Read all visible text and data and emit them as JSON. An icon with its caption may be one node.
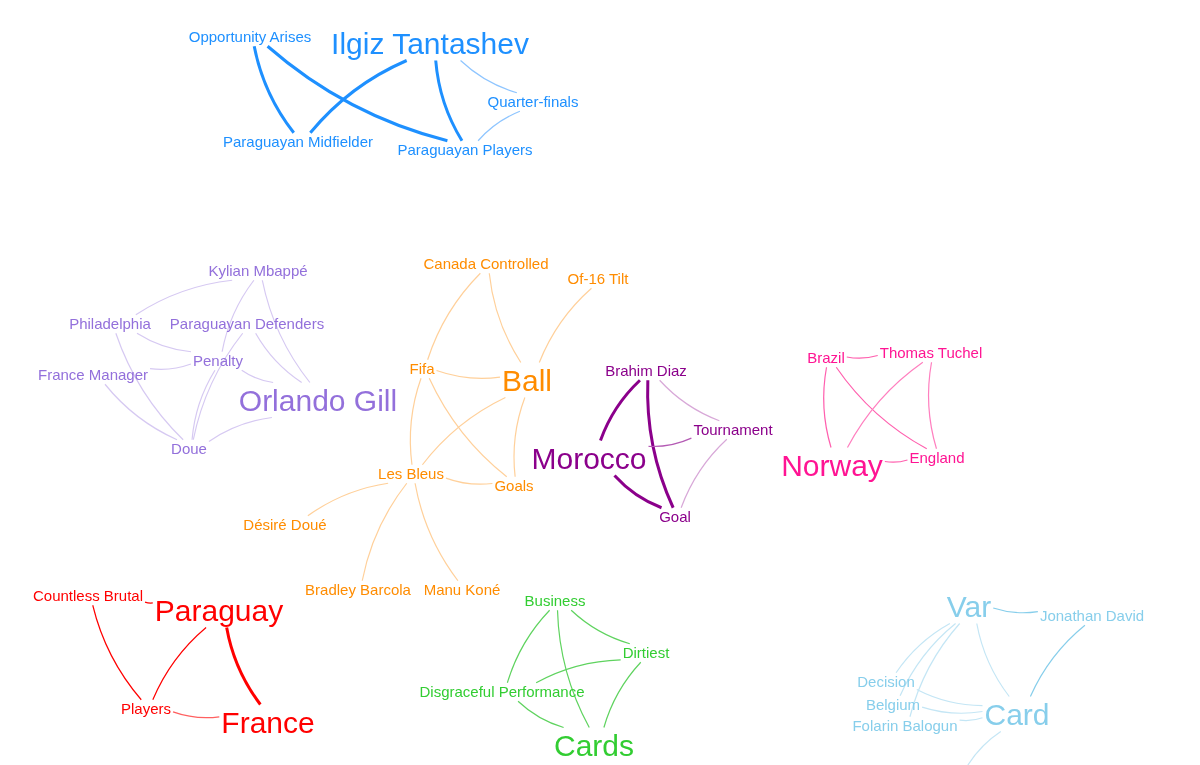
{
  "diagram": {
    "nodes": [
      {
        "text": [
          "Opportunity Arises"
        ]
      },
      {
        "text": [
          "Ilgiz Tantashev"
        ]
      },
      {
        "text": [
          "Quarter-finals"
        ]
      },
      {
        "text": [
          "Paraguayan Midfielder"
        ]
      },
      {
        "text": [
          "Paraguayan Players"
        ]
      },
      {
        "text": [
          "Kylian Mbappé"
        ]
      },
      {
        "text": [
          "Philadelphia"
        ]
      },
      {
        "text": [
          "Paraguayan Defenders"
        ]
      },
      {
        "text": [
          "France Manager"
        ]
      },
      {
        "text": [
          "Penalty"
        ]
      },
      {
        "text": [
          "Orlando Gill"
        ]
      },
      {
        "text": [
          "Doue"
        ]
      },
      {
        "text": [
          "Canada Controlled"
        ]
      },
      {
        "text": [
          "Of-16 Tilt"
        ]
      },
      {
        "text": [
          "Fifa"
        ]
      },
      {
        "text": [
          "Ball"
        ]
      },
      {
        "text": [
          "Les Bleus"
        ]
      },
      {
        "text": [
          "Goals"
        ]
      },
      {
        "text": [
          "Désiré Doué"
        ]
      },
      {
        "text": [
          "Bradley Barcola"
        ]
      },
      {
        "text": [
          "Manu Koné"
        ]
      },
      {
        "text": [
          "Brahim Diaz"
        ]
      },
      {
        "text": [
          "Tournament"
        ]
      },
      {
        "text": [
          "Morocco"
        ]
      },
      {
        "text": [
          "Goal"
        ]
      },
      {
        "text": [
          "Brazil"
        ]
      },
      {
        "text": [
          "Thomas Tuchel"
        ]
      },
      {
        "text": [
          "Norway"
        ]
      },
      {
        "text": [
          "England"
        ]
      },
      {
        "text": [
          "Countless Brutal"
        ]
      },
      {
        "text": [
          "Paraguay"
        ]
      },
      {
        "text": [
          "Players"
        ]
      },
      {
        "text": [
          "France"
        ]
      },
      {
        "text": [
          "Business"
        ]
      },
      {
        "text": [
          "Dirtiest"
        ]
      },
      {
        "text": [
          "Disgraceful Performance"
        ]
      },
      {
        "text": [
          "Cards"
        ]
      },
      {
        "text": [
          "Var"
        ]
      },
      {
        "text": [
          "Jonathan David"
        ]
      },
      {
        "text": [
          "Decision"
        ]
      },
      {
        "text": [
          "Belgium"
        ]
      },
      {
        "text": [
          "Folarin Balogun"
        ]
      },
      {
        "text": [
          "Card"
        ]
      }
    ],
    "edges": [
      {
        "from": 0,
        "to": 3,
        "arrow": "none",
        "style": "thick",
        "color": "#1e90ff"
      },
      {
        "from": 0,
        "to": 4,
        "arrow": "none",
        "style": "thick",
        "color": "#1e90ff"
      },
      {
        "from": 1,
        "to": 3,
        "arrow": "none",
        "style": "thick",
        "color": "#1e90ff"
      },
      {
        "from": 1,
        "to": 4,
        "arrow": "none",
        "style": "thick",
        "color": "#1e90ff"
      },
      {
        "from": 1,
        "to": 2,
        "arrow": "none",
        "color": "#8ec5ff"
      },
      {
        "from": 2,
        "to": 4,
        "arrow": "none",
        "color": "#8ec5ff"
      },
      {
        "from": 5,
        "to": 6,
        "arrow": "none",
        "color": "#d6c9f2"
      },
      {
        "from": 5,
        "to": 9,
        "arrow": "none",
        "color": "#d6c9f2"
      },
      {
        "from": 5,
        "to": 10,
        "arrow": "none",
        "color": "#d6c9f2"
      },
      {
        "from": 6,
        "to": 9,
        "arrow": "none",
        "color": "#d6c9f2"
      },
      {
        "from": 6,
        "to": 11,
        "arrow": "none",
        "color": "#d6c9f2"
      },
      {
        "from": 7,
        "to": 10,
        "arrow": "none",
        "color": "#d6c9f2"
      },
      {
        "from": 7,
        "to": 11,
        "arrow": "none",
        "color": "#d6c9f2"
      },
      {
        "from": 8,
        "to": 9,
        "arrow": "none",
        "color": "#d6c9f2"
      },
      {
        "from": 8,
        "to": 11,
        "arrow": "none",
        "color": "#d6c9f2"
      },
      {
        "from": 9,
        "to": 10,
        "arrow": "none",
        "color": "#d6c9f2"
      },
      {
        "from": 9,
        "to": 11,
        "arrow": "none",
        "color": "#d6c9f2"
      },
      {
        "from": 10,
        "to": 11,
        "arrow": "none",
        "color": "#d6c9f2"
      },
      {
        "from": 12,
        "to": 14,
        "arrow": "none",
        "color": "#ffd09a"
      },
      {
        "from": 12,
        "to": 15,
        "arrow": "none",
        "color": "#ffd09a"
      },
      {
        "from": 13,
        "to": 15,
        "arrow": "none",
        "color": "#ffd09a"
      },
      {
        "from": 14,
        "to": 15,
        "arrow": "none",
        "color": "#ffd09a"
      },
      {
        "from": 14,
        "to": 16,
        "arrow": "none",
        "color": "#ffd09a"
      },
      {
        "from": 14,
        "to": 17,
        "arrow": "none",
        "color": "#ffd09a"
      },
      {
        "from": 15,
        "to": 16,
        "arrow": "none",
        "color": "#ffd09a"
      },
      {
        "from": 15,
        "to": 17,
        "arrow": "none",
        "color": "#ffd09a"
      },
      {
        "from": 16,
        "to": 17,
        "arrow": "none",
        "color": "#ffd09a"
      },
      {
        "from": 16,
        "to": 18,
        "arrow": "none",
        "color": "#ffd09a"
      },
      {
        "from": 16,
        "to": 19,
        "arrow": "none",
        "color": "#ffd09a"
      },
      {
        "from": 16,
        "to": 20,
        "arrow": "none",
        "color": "#ffd09a"
      },
      {
        "from": 21,
        "to": 23,
        "arrow": "none",
        "style": "thick",
        "color": "#8b008b"
      },
      {
        "from": 21,
        "to": 24,
        "arrow": "none",
        "style": "thick",
        "color": "#8b008b"
      },
      {
        "from": 21,
        "to": 22,
        "arrow": "none",
        "color": "#d8a8d8"
      },
      {
        "from": 23,
        "to": 22,
        "arrow": "none",
        "color": "#b45ab4"
      },
      {
        "from": 23,
        "to": 24,
        "arrow": "none",
        "style": "thick",
        "color": "#8b008b"
      },
      {
        "from": 22,
        "to": 24,
        "arrow": "none",
        "color": "#d8a8d8"
      },
      {
        "from": 25,
        "to": 26,
        "arrow": "none",
        "color": "#ff5fae"
      },
      {
        "from": 25,
        "to": 27,
        "arrow": "none",
        "color": "#ff5fae"
      },
      {
        "from": 25,
        "to": 28,
        "arrow": "none",
        "color": "#ff5fae"
      },
      {
        "from": 26,
        "to": 27,
        "arrow": "none",
        "color": "#ff7fbf"
      },
      {
        "from": 26,
        "to": 28,
        "arrow": "none",
        "color": "#ff7fbf"
      },
      {
        "from": 27,
        "to": 28,
        "arrow": "none",
        "color": "#ff5fae"
      },
      {
        "from": 29,
        "to": 30,
        "arrow": "none",
        "color": "#ff0000"
      },
      {
        "from": 29,
        "to": 31,
        "arrow": "none",
        "color": "#ff0000"
      },
      {
        "from": 30,
        "to": 31,
        "arrow": "none",
        "color": "#ff0000"
      },
      {
        "from": 30,
        "to": 32,
        "arrow": "none",
        "style": "thick",
        "color": "#ff0000"
      },
      {
        "from": 31,
        "to": 32,
        "arrow": "none",
        "color": "#ff6060"
      },
      {
        "from": 33,
        "to": 34,
        "arrow": "none",
        "color": "#5fd35f"
      },
      {
        "from": 33,
        "to": 35,
        "arrow": "none",
        "color": "#5fd35f"
      },
      {
        "from": 33,
        "to": 36,
        "arrow": "none",
        "color": "#5fd35f"
      },
      {
        "from": 34,
        "to": 35,
        "arrow": "none",
        "color": "#5fd35f"
      },
      {
        "from": 34,
        "to": 36,
        "arrow": "none",
        "color": "#5fd35f"
      },
      {
        "from": 35,
        "to": 36,
        "arrow": "none",
        "color": "#5fd35f"
      },
      {
        "from": 37,
        "to": 38,
        "arrow": "none",
        "color": "#87ceeb"
      },
      {
        "from": 37,
        "to": 39,
        "arrow": "none",
        "color": "#c4e6f5"
      },
      {
        "from": 37,
        "to": 40,
        "arrow": "none",
        "color": "#c4e6f5"
      },
      {
        "from": 37,
        "to": 41,
        "arrow": "none",
        "color": "#c4e6f5"
      },
      {
        "from": 37,
        "to": 42,
        "arrow": "none",
        "color": "#c4e6f5"
      },
      {
        "from": 38,
        "to": 42,
        "arrow": "none",
        "color": "#87ceeb"
      },
      {
        "from": 39,
        "to": 42,
        "arrow": "none",
        "color": "#c4e6f5"
      },
      {
        "from": 40,
        "to": 42,
        "arrow": "none",
        "color": "#c4e6f5"
      },
      {
        "from": 41,
        "to": 42,
        "arrow": "none",
        "color": "#c4e6f5"
      },
      {
        "from": 42,
        "to": null,
        "arrow": "none",
        "color": "#c4e6f5"
      }
    ]
  }
}
